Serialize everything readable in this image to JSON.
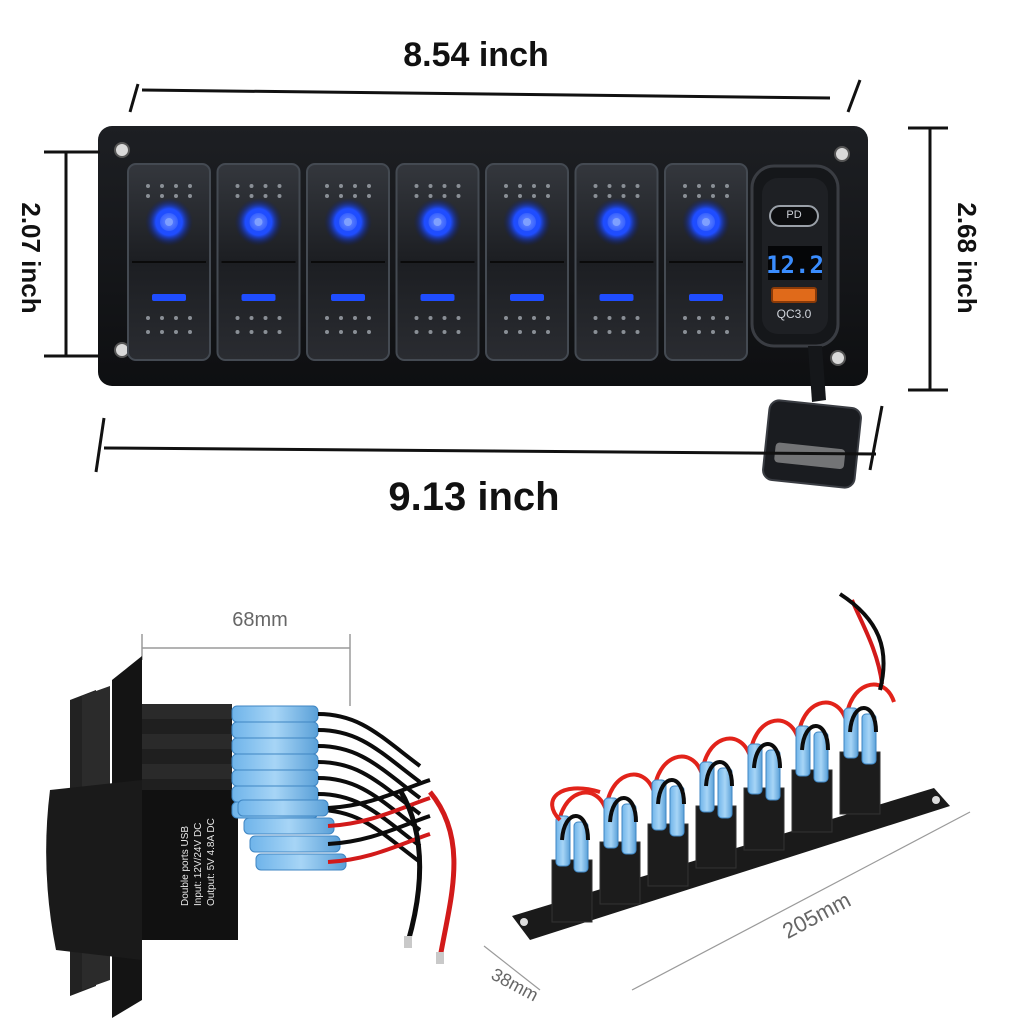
{
  "dimensions": {
    "top_width": "8.54 inch",
    "bottom_width": "9.13 inch",
    "left_height": "2.07 inch",
    "right_height": "2.68 inch",
    "side_depth": "68mm",
    "rear_length": "205mm",
    "rear_depth": "38mm"
  },
  "panel": {
    "switch_count": 7,
    "accent_color": "#1f4dff",
    "usb_module": {
      "pd_label": "PD",
      "voltage_display": "12.2",
      "qc_label": "QC3.0"
    }
  },
  "side_view": {
    "usb_label_lines": [
      "Double ports USB",
      "Input: 12V/24V DC",
      "Output: 5V 4.8A DC"
    ]
  },
  "rear_view": {
    "fuse_count": 7
  }
}
